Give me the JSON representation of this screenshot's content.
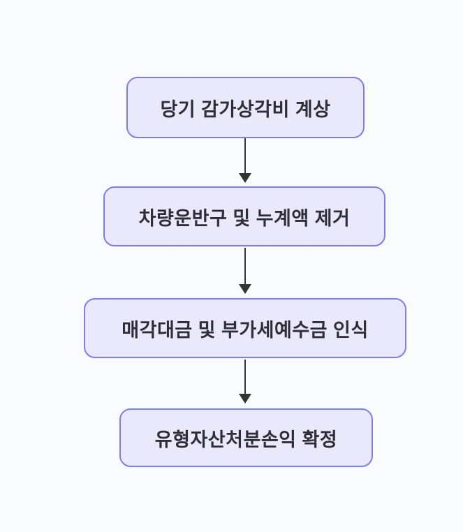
{
  "page": {
    "background_color": "#fafbfd"
  },
  "flowchart": {
    "type": "flowchart",
    "direction": "top-down",
    "style": {
      "node_fill": "#e9e9fb",
      "node_border_color": "#7d7df3",
      "node_text_color": "#2e2e38",
      "arrow_color": "#333333"
    },
    "nodes": [
      {
        "label": "당기 감가상각비 계상"
      },
      {
        "label": "차량운반구 및 누계액 제거"
      },
      {
        "label": "매각대금 및 부가세예수금 인식"
      },
      {
        "label": "유형자산처분손익 확정"
      }
    ],
    "edges": [
      {
        "from": 0,
        "to": 1
      },
      {
        "from": 1,
        "to": 2
      },
      {
        "from": 2,
        "to": 3
      }
    ]
  }
}
